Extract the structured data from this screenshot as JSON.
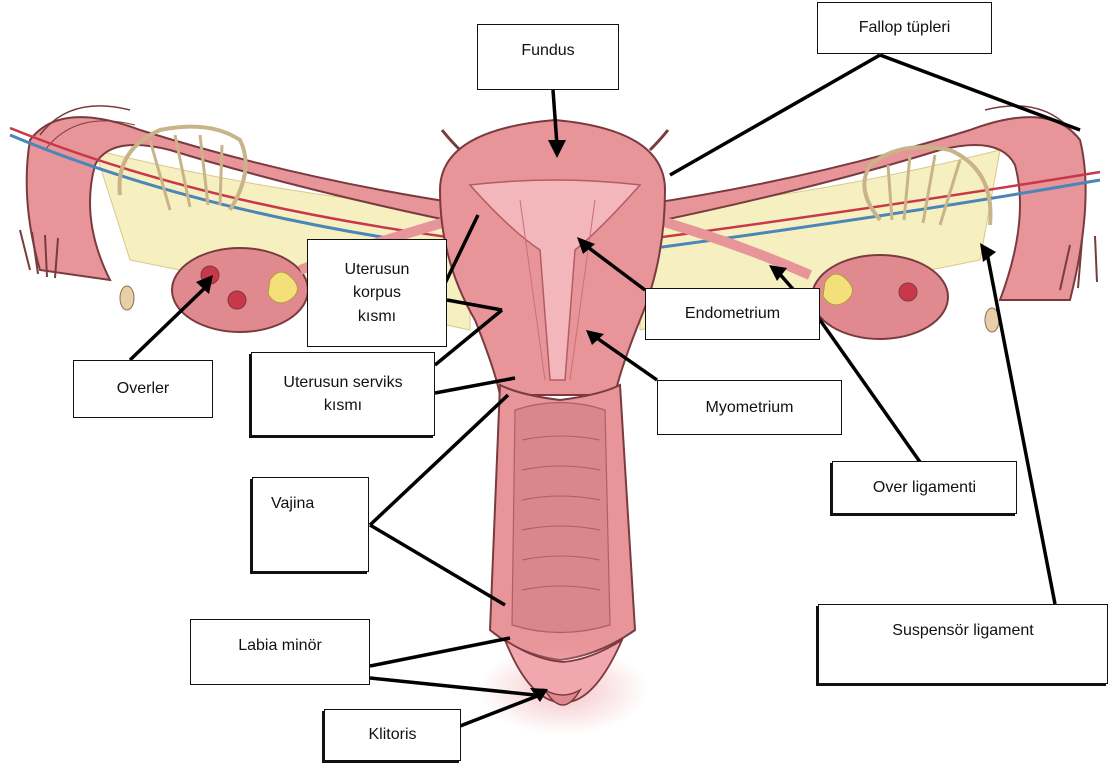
{
  "labels": {
    "fundus": "Fundus",
    "fallop": "Fallop tüpleri",
    "korpus_line1": "Uterusun",
    "korpus_line2": "korpus",
    "korpus_line3": "kısmı",
    "endometrium": "Endometrium",
    "overler": "Overler",
    "serviks_line1": "Uterusun serviks",
    "serviks_line2": "kısmı",
    "myometrium": "Myometrium",
    "vajina": "Vajina",
    "over_ligamenti": "Over ligamenti",
    "labia_minor": "Labia minör",
    "suspensor": "Suspensör ligament",
    "klitoris": "Klitoris"
  },
  "colors": {
    "tissue": "#e8959a",
    "tissue_dark": "#c96f78",
    "outline": "#7a3b3f",
    "fat": "#f6efc0",
    "vessel_red": "#c8384a",
    "vessel_blue": "#4a86b8",
    "fimbria_tan": "#c9b48a",
    "leader": "#000000"
  }
}
